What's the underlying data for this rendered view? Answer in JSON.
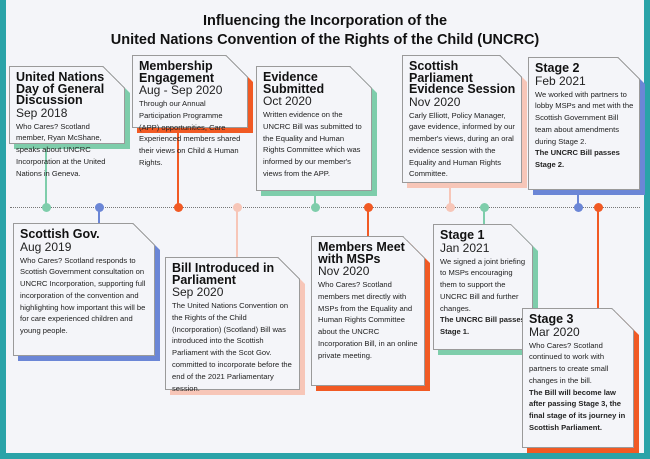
{
  "title": {
    "line1": "Influencing the Incorporation of the",
    "line2": "United Nations Convention of the Rights of the Child (UNCRC)"
  },
  "colors": {
    "frame": "#2aa3a8",
    "green": "#7ecdab",
    "blue": "#6b86d6",
    "orange": "#f15a24",
    "pink": "#f7c6b8"
  },
  "events": [
    {
      "title": "United Nations Day of General Discussion",
      "date": "Sep 2018",
      "body": "Who Cares? Scotland member, Ryan McShane, speaks about UNCRC Incorporation at the United Nations in Geneva.",
      "bold": ""
    },
    {
      "title": "Scottish Gov.",
      "date": "Aug 2019",
      "body": "Who Cares? Scotland responds to Scottish Government consultation on UNCRC Incorporation, supporting full incorporation of the convention and highlighting how important this will be for care experienced children and young people.",
      "bold": ""
    },
    {
      "title": "Membership Engagement",
      "date": "Aug - Sep 2020",
      "body": "Through our Annual Participation Programme (APP) opportunities, Care Experienced members shared their views on Child & Human Rights.",
      "bold": ""
    },
    {
      "title": "Bill Introduced in Parliament",
      "date": "Sep 2020",
      "body": "The United Nations Convention on the Rights of the Child (Incorporation) (Scotland) Bill was introduced into the Scottish Parliament with the Scot Gov. committed to incorporate before the end of the 2021 Parliamentary session.",
      "bold": ""
    },
    {
      "title": "Evidence Submitted",
      "date": "Oct 2020",
      "body": "Written evidence on the UNCRC Bill was submitted to the Equality and Human Rights Committee which was informed by our member's views from the APP.",
      "bold": ""
    },
    {
      "title": "Members Meet with MSPs",
      "date": "Nov 2020",
      "body": "Who Cares? Scotland members met directly with MSPs from the Equality and Human Rights Committee about the UNCRC Incorporation Bill, in an online private meeting.",
      "bold": ""
    },
    {
      "title": "Scottish Parliament Evidence Session",
      "date": "Nov 2020",
      "body": "Carly Elliott, Policy Manager, gave evidence, informed by our member's views, during an oral evidence session with the Equality and Human Rights Committee.",
      "bold": ""
    },
    {
      "title": "Stage 1",
      "date": "Jan 2021",
      "body": "We signed a joint briefing to MSPs encouraging them to support the UNCRC Bill and further changes.",
      "bold": "The UNCRC Bill passes Stage 1."
    },
    {
      "title": "Stage 2",
      "date": "Feb 2021",
      "body": "We worked with partners to lobby MSPs and met with the Scottish Government Bill team about amendments during Stage 2.",
      "bold": "The UNCRC Bill passes Stage 2."
    },
    {
      "title": "Stage 3",
      "date": "Mar 2020",
      "body": "Who Cares? Scotland continued to work with partners to create small changes in the bill.",
      "bold": "The Bill will become law after passing Stage 3, the final stage of its journey in Scottish Parliament."
    }
  ]
}
